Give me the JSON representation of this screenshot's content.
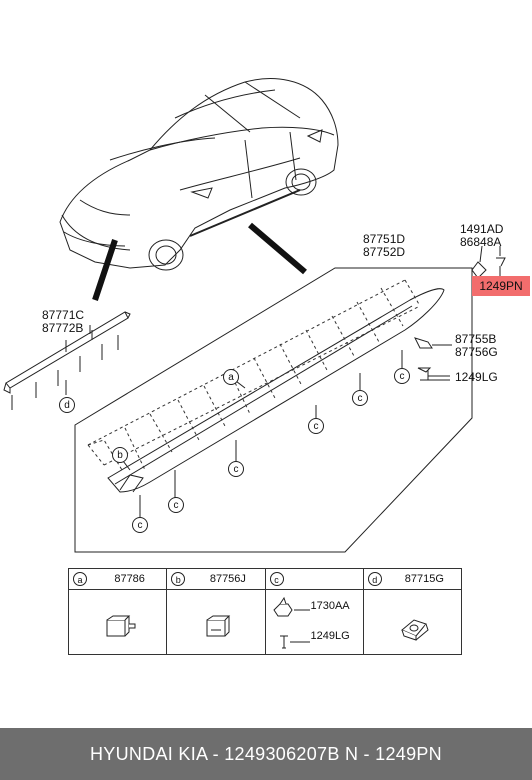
{
  "labels": {
    "car_side_top": "87751D",
    "car_side_bottom": "87752D",
    "clip_top": "1491AD",
    "clip_bottom": "86848A",
    "bolt_highlighted": "1249PN",
    "strip_top": "87771C",
    "strip_bottom": "87772B",
    "bracket_top": "87755B",
    "bracket_bottom": "87756G",
    "screw": "1249LG"
  },
  "callouts": {
    "a": "a",
    "b": "b",
    "c": "c",
    "d": "d"
  },
  "legend": {
    "a": {
      "letter": "a",
      "part": "87786"
    },
    "b": {
      "letter": "b",
      "part": "87756J"
    },
    "c": {
      "letter": "c",
      "part_1": "1730AA",
      "part_2": "1249LG"
    },
    "d": {
      "letter": "d",
      "part": "87715G"
    }
  },
  "footer": "HYUNDAI  KIA - 1249306207B     N - 1249PN",
  "colors": {
    "highlight": "#f26d6d",
    "footer_bg": "#6e6e6e"
  }
}
